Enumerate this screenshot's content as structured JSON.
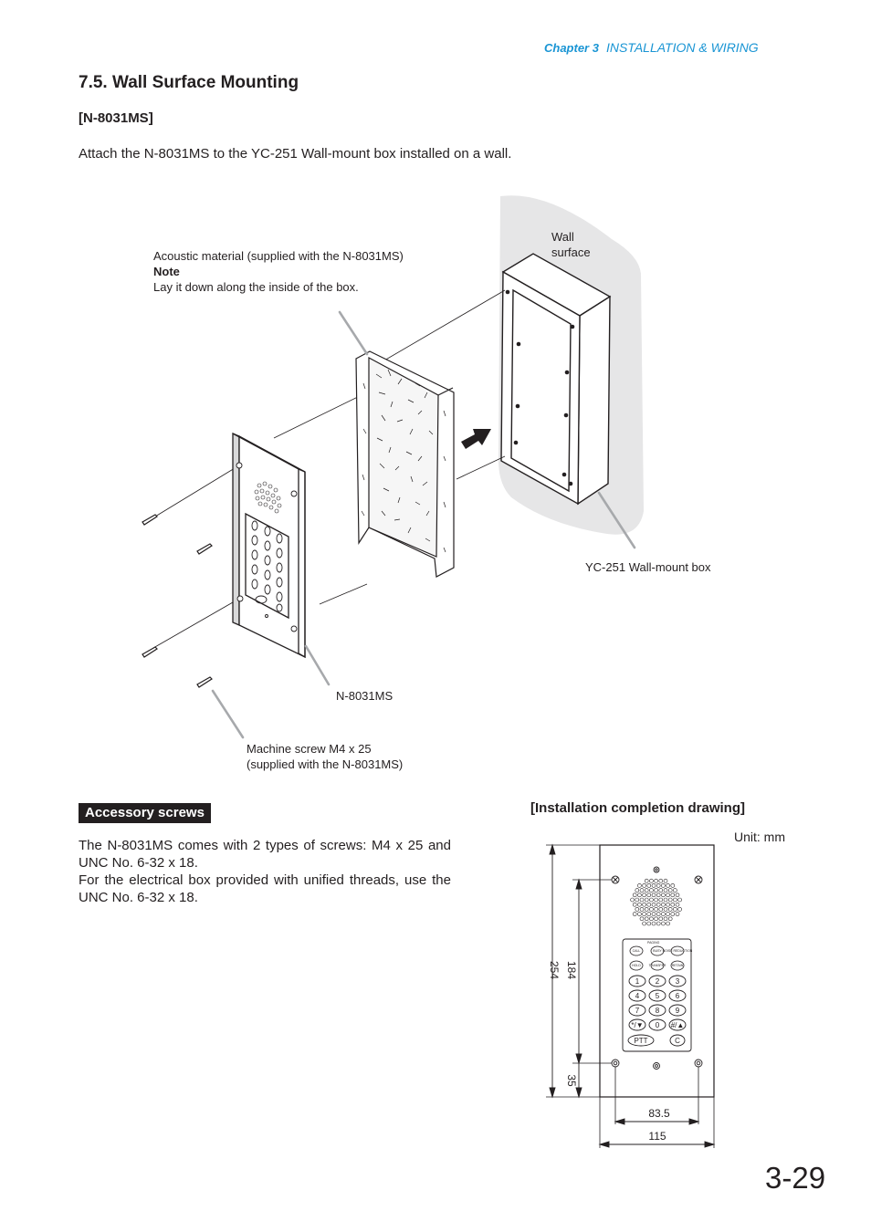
{
  "header": {
    "chapter_label": "Chapter 3",
    "chapter_title": "INSTALLATION & WIRING"
  },
  "section": {
    "title": "7.5. Wall Surface Mounting",
    "model_heading": "[N-8031MS]",
    "intro": "Attach the N-8031MS to the YC-251 Wall-mount box installed on a wall."
  },
  "diagram": {
    "wall_label_line1": "Wall",
    "wall_label_line2": "surface",
    "acoustic_label": "Acoustic material (supplied with the N-8031MS)",
    "note_title": "Note",
    "note_text": "Lay it down along the inside of the box.",
    "box_label": "YC-251 Wall-mount box",
    "panel_label": "N-8031MS",
    "screw_label_line1": "Machine screw M4 x 25",
    "screw_label_line2": "(supplied with the N-8031MS)"
  },
  "accessory": {
    "tag": "Accessory screws",
    "para1": "The N-8031MS comes with 2 types of screws: M4 x 25 and UNC No. 6-32 x 18.",
    "para2": "For the electrical box provided with unified threads, use the UNC No. 6-32 x 18."
  },
  "completion": {
    "heading": "[Installation completion drawing]",
    "unit": "Unit: mm",
    "dim_height": "254",
    "dim_hole_spacing": "184",
    "dim_bottom": "35",
    "dim_hole_width": "83.5",
    "dim_width": "115",
    "keypad": {
      "paging": "PAGING",
      "func_row1": [
        "CALL",
        "BUSY",
        "NOISE REDUCTION"
      ],
      "func_row2": [
        "HOLD",
        "TRANSFER",
        "RETAIN"
      ],
      "keys": [
        "1",
        "2",
        "3",
        "4",
        "5",
        "6",
        "7",
        "8",
        "9",
        "*/▼",
        "0",
        "#/▲"
      ],
      "ptt": "PTT",
      "clear": "C"
    }
  },
  "page_number": "3-29"
}
